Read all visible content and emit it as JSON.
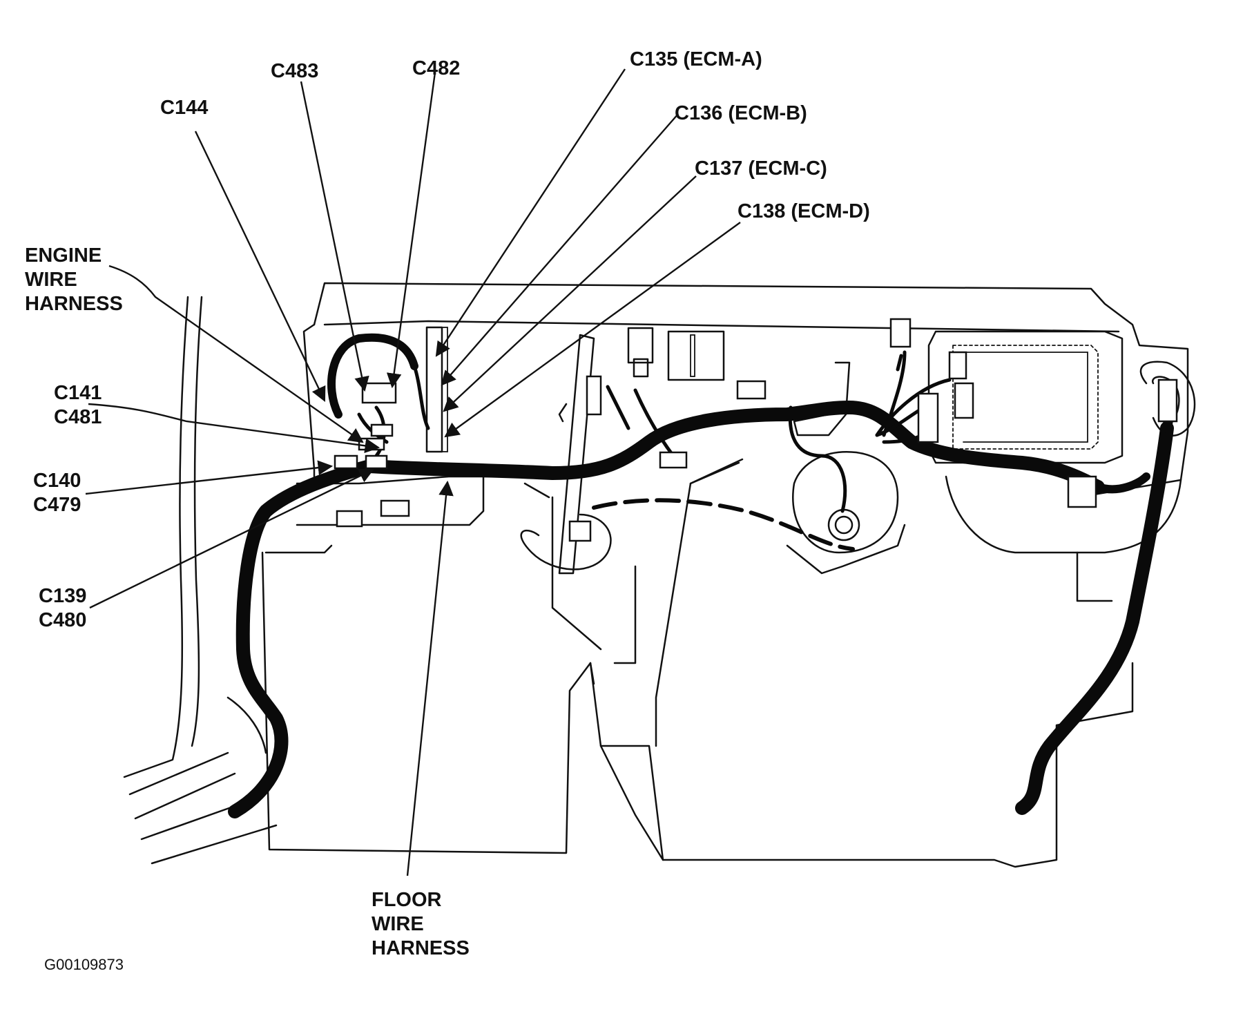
{
  "figure_id": "G00109873",
  "labels": {
    "c483": "C483",
    "c482": "C482",
    "c144": "C144",
    "c135": "C135 (ECM-A)",
    "c136": "C136 (ECM-B)",
    "c137": "C137 (ECM-C)",
    "c138": "C138 (ECM-D)",
    "engine_harness": [
      "ENGINE",
      "WIRE",
      "HARNESS"
    ],
    "c141_c481": [
      "C141",
      "C481"
    ],
    "c140_c479": [
      "C140",
      "C479"
    ],
    "c139_c480": [
      "C139",
      "C480"
    ],
    "floor_harness": [
      "FLOOR",
      "WIRE",
      "HARNESS"
    ]
  }
}
